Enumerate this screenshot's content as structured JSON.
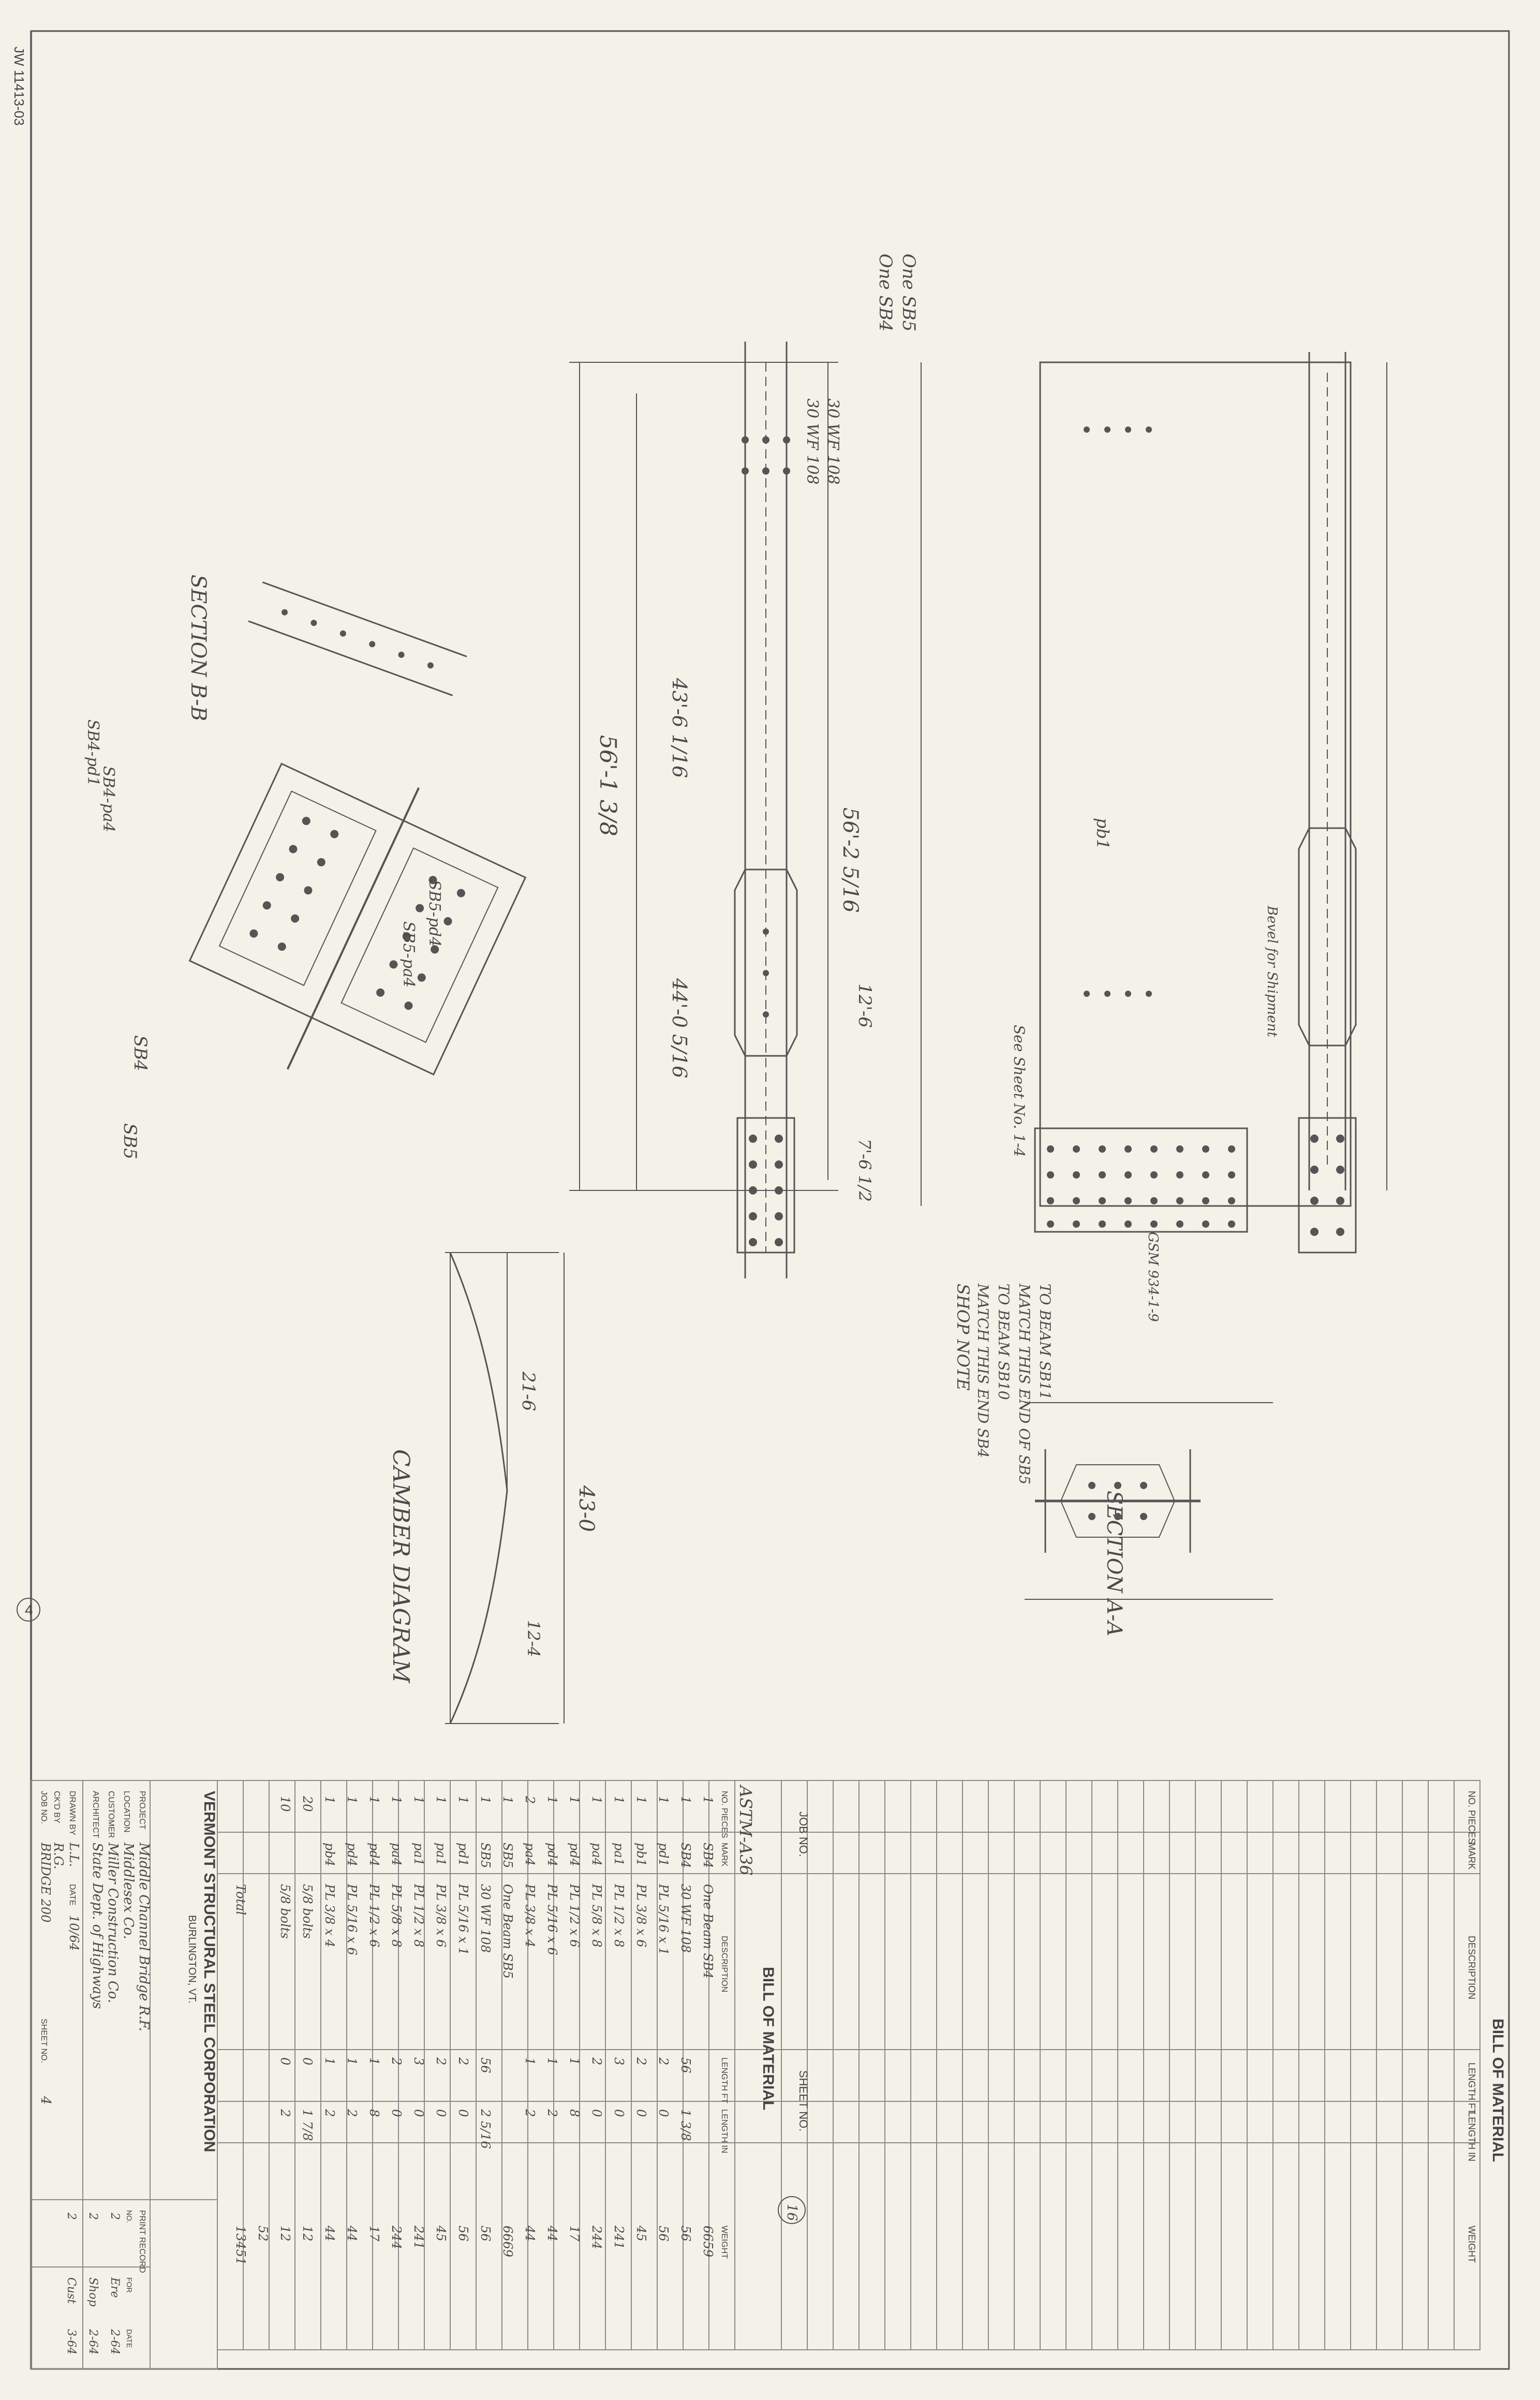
{
  "stamp": {
    "corner_code": "JW 11413-03"
  },
  "sheet_marker": "4",
  "views": {
    "section_bb": "SECTION B-B",
    "section_aa": "SECTION A-A",
    "camber_diagram": "CAMBER DIAGRAM",
    "shop_note": [
      "SHOP NOTE",
      "MATCH THIS END SB4",
      "TO BEAM SB10",
      "MATCH THIS END OF SB5",
      "TO BEAM SB11"
    ],
    "beam_marks": [
      "One SB4",
      "One SB5"
    ],
    "beam_sizes": [
      "30 WF 108",
      "30 WF 108"
    ],
    "plate_marks": [
      "pb1",
      "pa4",
      "pd4",
      "pd1"
    ],
    "piece_callouts": [
      "SB4-pd1",
      "SB5-pd4",
      "SB4-pa4",
      "SB5-pa4",
      "SB4",
      "SB5"
    ],
    "lengths": [
      "56'-1 3/8",
      "56'-2 5/16",
      "43'-6 1/16",
      "44'-0 5/16",
      "12'-6",
      "7'-6 1/2",
      "21-6",
      "43-0",
      "12-4"
    ],
    "notes": [
      "Bevel for Shipment",
      "See Sheet No. 1-4",
      "GSM 934-1-9"
    ]
  },
  "bill_of_material_blank": {
    "title": "BILL OF MATERIAL",
    "columns": [
      "NO. PIECES",
      "MARK",
      "DESCRIPTION",
      "LENGTH FT",
      "LENGTH IN",
      "WEIGHT"
    ]
  },
  "bill_of_material": {
    "title": "BILL OF MATERIAL",
    "job_no_label": "JOB NO.",
    "sheet_no_label": "SHEET NO.",
    "sheet_circle": "16",
    "astm": "ASTM-A36",
    "columns": [
      "NO. PIECES",
      "MARK",
      "DESCRIPTION",
      "LENGTH FT",
      "LENGTH IN",
      "WEIGHT"
    ],
    "rows": [
      {
        "pieces": "1",
        "mark": "SB4",
        "desc": "One Beam SB4",
        "ft": "",
        "in": "",
        "weight": "6659"
      },
      {
        "pieces": "1",
        "mark": "SB4",
        "desc": "30 WF 108",
        "ft": "56",
        "in": "1 3/8",
        "weight": "56"
      },
      {
        "pieces": "1",
        "mark": "pd1",
        "desc": "PL 5/16 x 1",
        "ft": "2",
        "in": "0",
        "weight": "56"
      },
      {
        "pieces": "1",
        "mark": "pb1",
        "desc": "PL 3/8 x 6",
        "ft": "2",
        "in": "0",
        "weight": "45"
      },
      {
        "pieces": "1",
        "mark": "pa1",
        "desc": "PL 1/2 x 8",
        "ft": "3",
        "in": "0",
        "weight": "241"
      },
      {
        "pieces": "1",
        "mark": "pa4",
        "desc": "PL 5/8 x 8",
        "ft": "2",
        "in": "0",
        "weight": "244"
      },
      {
        "pieces": "1",
        "mark": "pd4",
        "desc": "PL 1/2 x 6",
        "ft": "1",
        "in": "8",
        "weight": "17"
      },
      {
        "pieces": "1",
        "mark": "pd4",
        "desc": "PL 5/16 x 6",
        "ft": "1",
        "in": "2",
        "weight": "44"
      },
      {
        "pieces": "2",
        "mark": "pa4",
        "desc": "PL 3/8 x 4",
        "ft": "1",
        "in": "2",
        "weight": "44"
      },
      {
        "pieces": "1",
        "mark": "SB5",
        "desc": "One Beam SB5",
        "ft": "",
        "in": "",
        "weight": "6669"
      },
      {
        "pieces": "1",
        "mark": "SB5",
        "desc": "30 WF 108",
        "ft": "56",
        "in": "2 5/16",
        "weight": "56"
      },
      {
        "pieces": "1",
        "mark": "pd1",
        "desc": "PL 5/16 x 1",
        "ft": "2",
        "in": "0",
        "weight": "56"
      },
      {
        "pieces": "1",
        "mark": "pa1",
        "desc": "PL 3/8 x 6",
        "ft": "2",
        "in": "0",
        "weight": "45"
      },
      {
        "pieces": "1",
        "mark": "pa1",
        "desc": "PL 1/2 x 8",
        "ft": "3",
        "in": "0",
        "weight": "241"
      },
      {
        "pieces": "1",
        "mark": "pa4",
        "desc": "PL 5/8 x 8",
        "ft": "2",
        "in": "0",
        "weight": "244"
      },
      {
        "pieces": "1",
        "mark": "pd4",
        "desc": "PL 1/2 x 6",
        "ft": "1",
        "in": "8",
        "weight": "17"
      },
      {
        "pieces": "1",
        "mark": "pd4",
        "desc": "PL 5/16 x 6",
        "ft": "1",
        "in": "2",
        "weight": "44"
      },
      {
        "pieces": "1",
        "mark": "pb4",
        "desc": "PL 3/8 x 4",
        "ft": "1",
        "in": "2",
        "weight": "44"
      },
      {
        "pieces": "20",
        "mark": "",
        "desc": "5/8 bolts",
        "ft": "0",
        "in": "1 7/8",
        "weight": "12"
      },
      {
        "pieces": "10",
        "mark": "",
        "desc": "5/8 bolts",
        "ft": "0",
        "in": "2",
        "weight": "12"
      },
      {
        "pieces": "",
        "mark": "",
        "desc": "",
        "ft": "",
        "in": "",
        "weight": "52"
      },
      {
        "pieces": "",
        "mark": "",
        "desc": "Total",
        "ft": "",
        "in": "",
        "weight": "13451"
      }
    ]
  },
  "title_block": {
    "company": "VERMONT STRUCTURAL STEEL CORPORATION",
    "city": "BURLINGTON, VT.",
    "fields": {
      "drawn_by_label": "DRAWN BY",
      "drawn_by": "L.L.",
      "date_label": "DATE",
      "date": "10/64",
      "checked_label": "CK'D BY",
      "checked": "R.G.",
      "project_label": "PROJECT",
      "project": "Middle Channel Bridge R.F.",
      "location_label": "LOCATION",
      "location": "Middlesex Co.",
      "customer_label": "CUSTOMER",
      "customer": "Miller Construction Co.",
      "architect_label": "ARCHITECT",
      "architect": "State Dept. of Highways",
      "job_no_label": "JOB NO.",
      "job_no": "BRIDGE 200",
      "sheet_no_label": "SHEET NO.",
      "sheet_no": "4",
      "print_record_label": "PRINT RECORD",
      "no_label": "NO.",
      "for_label": "FOR",
      "date2_label": "DATE"
    },
    "print_record": [
      {
        "no": "2",
        "for": "Ere",
        "date": "2-64"
      },
      {
        "no": "2",
        "for": "Shop",
        "date": "2-64"
      },
      {
        "no": "2",
        "for": "Cust",
        "date": "3-64"
      }
    ]
  }
}
